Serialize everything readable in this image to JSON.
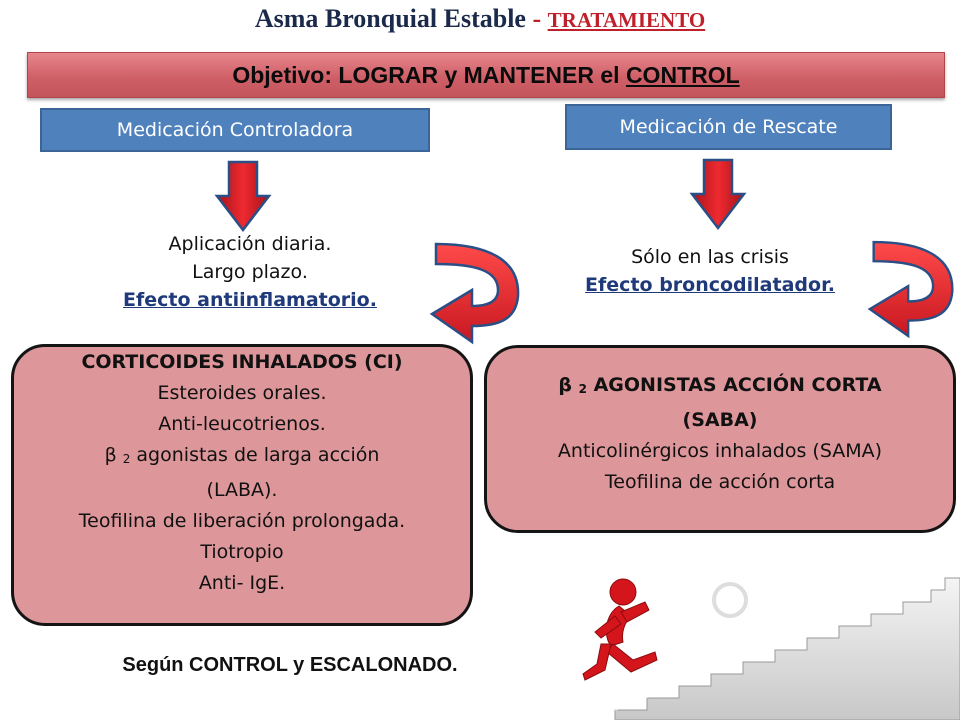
{
  "title": {
    "main": "Asma Bronquial Estable",
    "dash": " - ",
    "sub": " TRATAMIENTO"
  },
  "objective": {
    "prefix": "Objetivo: LOGRAR y MANTENER el ",
    "control": "CONTROL"
  },
  "left": {
    "header": "Medicación Controladora",
    "desc": [
      "Aplicación diaria.",
      "Largo plazo."
    ],
    "effect": "Efecto antiinflamatorio.",
    "box": {
      "title": "CORTICOIDES INHALADOS  (CI)",
      "items": [
        "Esteroides orales.",
        "Anti-leucotrienos."
      ],
      "beta_prefix": "β ",
      "beta_sub": "2",
      "beta_rest": " agonistas de larga acción",
      "items2": [
        "(LABA).",
        "Teofilina de liberación prolongada.",
        "Tiotropio",
        "Anti- IgE."
      ]
    }
  },
  "right": {
    "header": "Medicación de Rescate",
    "desc": [
      "Sólo en las crisis"
    ],
    "effect": "Efecto broncodilatador.",
    "box": {
      "beta_prefix": "β ",
      "beta_sub": "2",
      "beta_rest": " AGONISTAS ACCIÓN CORTA",
      "abbr": "(SABA)",
      "items": [
        "Anticolinérgicos inhalados (SAMA)",
        "Teofilina de acción corta"
      ]
    }
  },
  "footer": "Según CONTROL y ESCALONADO.",
  "colors": {
    "title": "#1b2a4a",
    "accent_red": "#c0202a",
    "banner": "#d06068",
    "blue": "#4f81bd",
    "box_pink": "#dd969a",
    "effect": "#1f3a7a"
  },
  "icons": [
    "arrow-down-icon",
    "curved-arrow-icon",
    "stair-climber-icon"
  ]
}
